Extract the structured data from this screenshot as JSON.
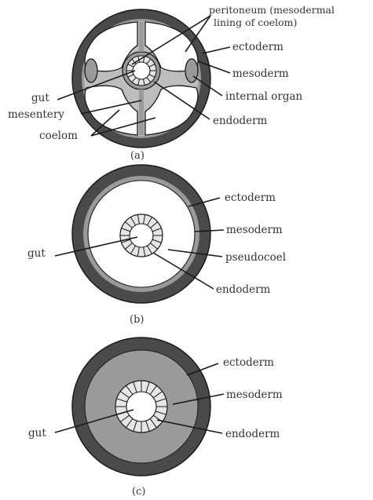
{
  "diagram_a": {
    "caption": "(a)",
    "labels": {
      "peritoneum": "peritoneum (mesodermal",
      "peritoneum_line2": "lining of coelom)",
      "ectoderm": "ectoderm",
      "mesoderm": "mesoderm",
      "internal_organ": "internal organ",
      "endoderm": "endoderm",
      "gut": "gut",
      "mesentery": "mesentery",
      "coelom": "coelom"
    }
  },
  "diagram_b": {
    "caption": "(b)",
    "labels": {
      "ectoderm": "ectoderm",
      "mesoderm": "mesoderm",
      "pseudocoel": "pseudocoel",
      "endoderm": "endoderm",
      "gut": "gut"
    }
  },
  "diagram_c": {
    "caption": "(c)",
    "labels": {
      "ectoderm": "ectoderm",
      "mesoderm": "mesoderm",
      "endoderm": "endoderm",
      "gut": "gut"
    }
  },
  "colors": {
    "ectoderm": "#4a4a4a",
    "mesoderm": "#9a9a9a",
    "cavity": "#ffffff",
    "endoderm_cells": "#e6e6e6",
    "outline": "#1a1a1a",
    "text": "#333333"
  }
}
